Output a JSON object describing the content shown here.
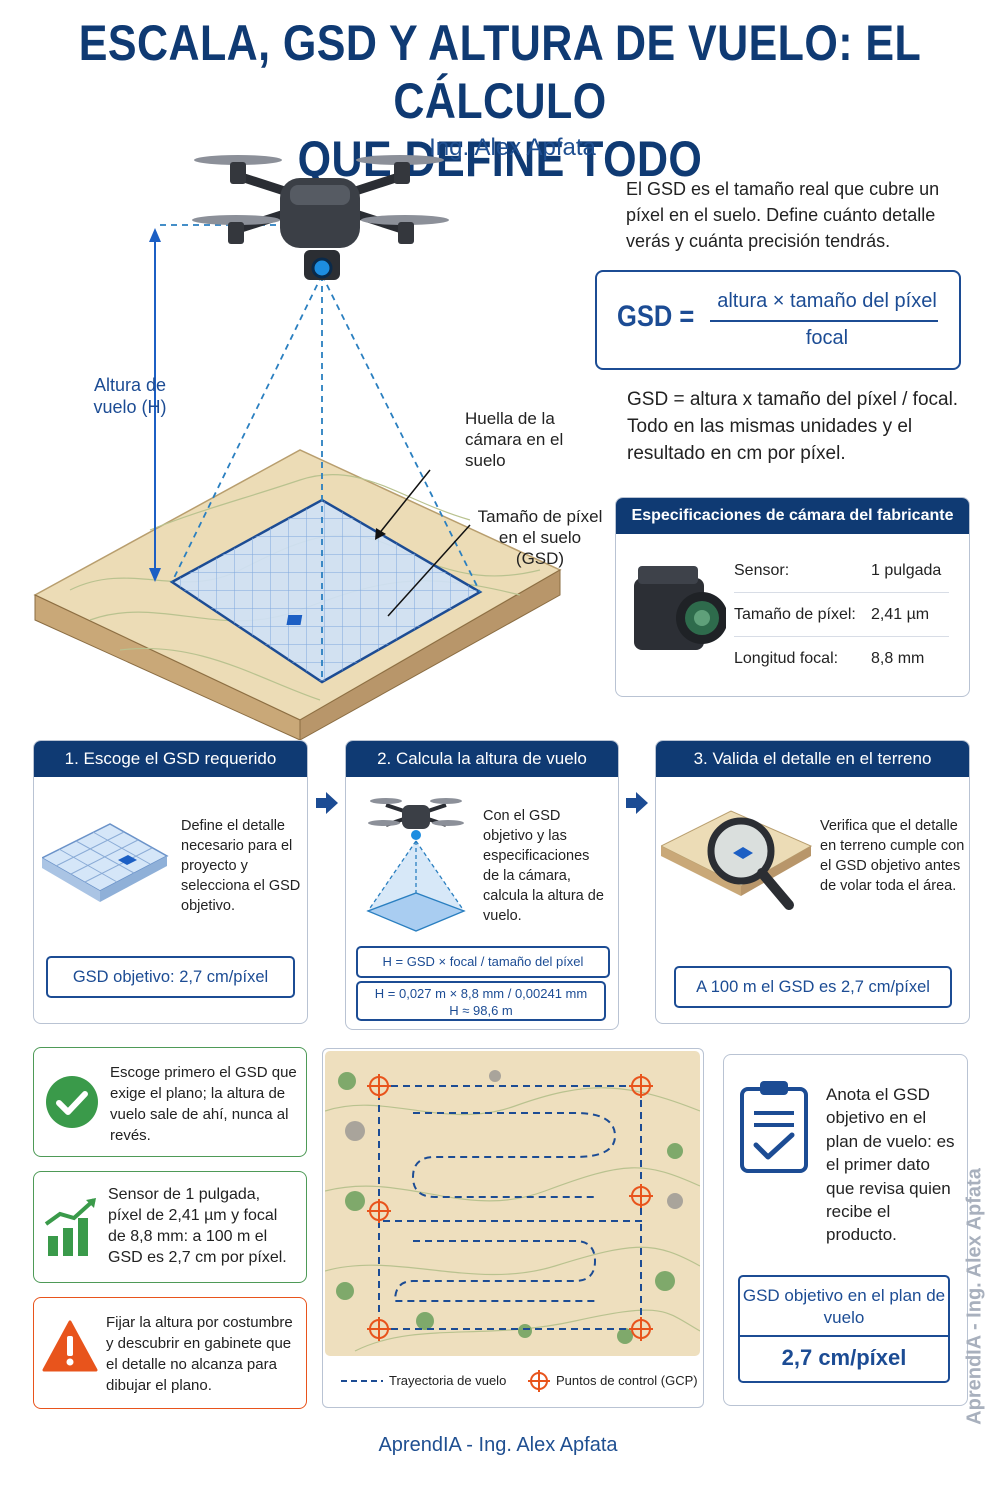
{
  "title": {
    "line1": "ESCALA, GSD Y ALTURA DE VUELO: EL CÁLCULO",
    "line2": "QUE DEFINE TODO"
  },
  "author": "Ing. Alex Apfata",
  "intro": "El GSD es el tamaño real que cubre un píxel en el suelo. Define cuánto detalle verás y cuánta precisión tendrás.",
  "formula": {
    "lhs": "GSD =",
    "numerator": "altura × tamaño del píxel",
    "denominator": "focal"
  },
  "formula_text": "GSD = altura x tamaño del píxel / focal. Todo en las mismas unidades y el resultado en cm por píxel.",
  "diagram": {
    "height_label": "Altura de vuelo (H)",
    "footprint_label": "Huella de la cámara en el suelo",
    "gsd_label": "Tamaño de píxel en el suelo (GSD)"
  },
  "specs": {
    "title": "Especificaciones de cámara del fabricante",
    "rows": [
      {
        "label": "Sensor:",
        "value": "1 pulgada"
      },
      {
        "label": "Tamaño de píxel:",
        "value": "2,41 µm"
      },
      {
        "label": "Longitud focal:",
        "value": "8,8 mm"
      }
    ]
  },
  "steps": [
    {
      "title": "1. Escoge el GSD requerido",
      "text": "Define el detalle necesario para el proyecto y selecciona el GSD objetivo.",
      "pill": "GSD objetivo: 2,7 cm/píxel"
    },
    {
      "title": "2. Calcula la altura de vuelo",
      "text": "Con el GSD objetivo y las especificaciones de la cámara, calcula la altura de vuelo.",
      "formula": "H = GSD × focal / tamaño del píxel",
      "calc1": "H = 0,027 m × 8,8 mm / 0,00241 mm",
      "calc2": "H ≈ 98,6 m"
    },
    {
      "title": "3. Valida el detalle en el terreno",
      "text": "Verifica que el detalle en terreno cumple con el GSD objetivo antes de volar toda el área.",
      "pill": "A 100 m el GSD es 2,7 cm/píxel"
    }
  ],
  "cards": [
    {
      "icon": "check-icon",
      "text": "Escoge primero el GSD que exige el plano; la altura de vuelo sale de ahí, nunca al revés.",
      "color": "#3a9a4a"
    },
    {
      "icon": "bar-chart-icon",
      "text": "Sensor de 1 pulgada, píxel de 2,41 µm y focal de 8,8 mm: a 100 m el GSD es 2,7 cm por píxel.",
      "color": "#3a9a4a"
    },
    {
      "icon": "warning-icon",
      "text": "Fijar la altura por costumbre y descubrir en gabinete que el detalle no alcanza para dibujar el plano.",
      "color": "#e8541c"
    }
  ],
  "map": {
    "legend_path": "Trayectoria de vuelo",
    "legend_gcp": "Puntos de control (GCP)"
  },
  "note": {
    "text": "Anota el GSD objetivo en el plan de vuelo: es el primer dato que revisa quien recibe el producto.",
    "box_label": "GSD objetivo en el plan de vuelo",
    "box_value": "2,7 cm/píxel"
  },
  "footer": "AprendIA - Ing. Alex Apfata",
  "watermark": "AprendIA - Ing. Alex Apfata",
  "colors": {
    "navy": "#0f3a73",
    "blue": "#1c4c94",
    "green": "#3a9a4a",
    "orange": "#e8541c"
  }
}
